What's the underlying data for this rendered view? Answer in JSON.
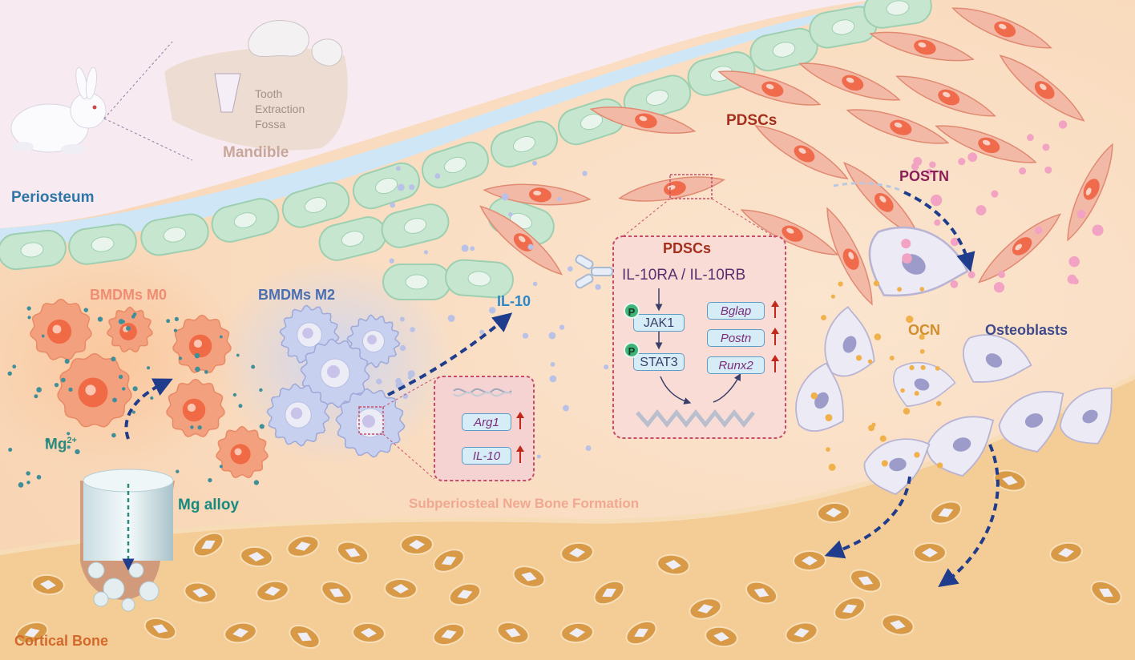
{
  "labels": {
    "periosteum": "Periosteum",
    "mandible": "Mandible",
    "tooth_extraction_fossa": "Tooth Extraction Fossa",
    "bmdms_m0": "BMDMs M0",
    "bmdms_m2": "BMDMs M2",
    "il10": "IL-10",
    "pdscs": "PDSCs",
    "postn": "POSTN",
    "ocn": "OCN",
    "osteoblasts": "Osteoblasts",
    "mg_ion": "Mg",
    "mg_ion_charge": "2+",
    "mg_alloy": "Mg alloy",
    "subperiosteal": "Subperiosteal New Bone Formation",
    "cortical_bone": "Cortical Bone"
  },
  "macrophage_inset": {
    "genes": [
      "Arg1",
      "IL-10"
    ]
  },
  "pdsc_inset": {
    "title": "PDSCs",
    "receptor": "IL-10RA / IL-10RB",
    "phospho_symbol": "P",
    "signaling": [
      "JAK1",
      "STAT3"
    ],
    "genes": [
      "Bglap",
      "Postn",
      "Runx2"
    ]
  },
  "colors": {
    "background": "#fbe9d6",
    "periosteum_cell": "#c7e6d0",
    "pdsc_cell": "#f2b9a6",
    "macrophage_m0": "#f3a07e",
    "macrophage_m2": "#c8d0ef",
    "osteoblast": "#eceaf4",
    "pathway_arrow": "#1f3d8c",
    "upregulated": "#c0281c"
  }
}
